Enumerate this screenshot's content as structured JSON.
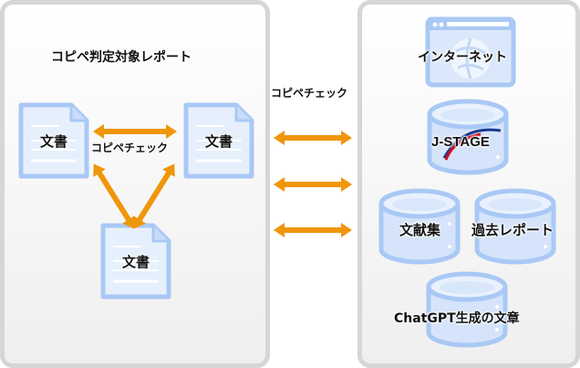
{
  "left_panel": {
    "title": "コピペ判定対象レポート",
    "documents": [
      {
        "label": "文書"
      },
      {
        "label": "文書"
      },
      {
        "label": "文書"
      }
    ],
    "internal_check_label": "コピペチェック"
  },
  "center": {
    "check_label": "コピペチェック",
    "arrow_count": 3
  },
  "right_panel": {
    "sources": [
      {
        "label": "インターネット",
        "icon": "browser-globe-icon"
      },
      {
        "label": "J-STAGE",
        "icon": "database-icon"
      },
      {
        "label": "文献集",
        "icon": "database-icon"
      },
      {
        "label": "過去レポート",
        "icon": "database-icon"
      },
      {
        "label": "ChatGPT生成の文章",
        "icon": "database-icon"
      }
    ]
  },
  "colors": {
    "arrow": "#f0960a",
    "icon_border": "#a9c8f5",
    "icon_fill": "#dce9fb",
    "panel_border": "#d6d6d6",
    "jstage_red": "#cc1122",
    "jstage_blue": "#1a3a8f"
  }
}
